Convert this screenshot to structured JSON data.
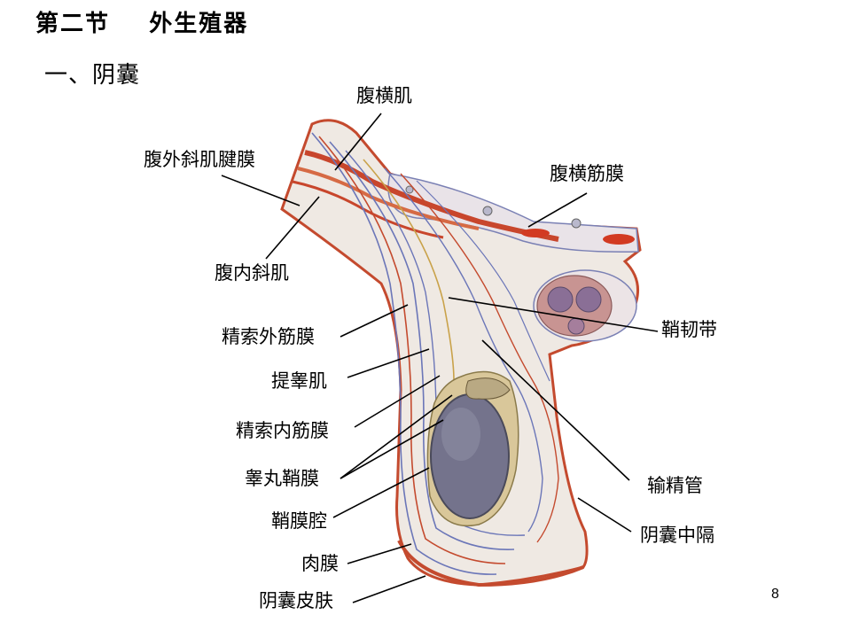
{
  "header": {
    "section": "第二节",
    "title": "外生殖器"
  },
  "subheading": "一、阴囊",
  "labels": {
    "transversus_abdominis": "腹横肌",
    "external_oblique_aponeurosis": "腹外斜肌腱膜",
    "transversalis_fascia": "腹横筋膜",
    "internal_oblique": "腹内斜肌",
    "external_spermatic_fascia": "精索外筋膜",
    "suspensory_ligament": "鞘韧带",
    "cremaster": "提睾肌",
    "internal_spermatic_fascia": "精索内筋膜",
    "tunica_vaginalis": "睾丸鞘膜",
    "vas_deferens": "输精管",
    "vaginal_cavity": "鞘膜腔",
    "scrotal_septum": "阴囊中隔",
    "dartos": "肉膜",
    "scrotal_skin": "阴囊皮肤"
  },
  "page_number": "8"
}
